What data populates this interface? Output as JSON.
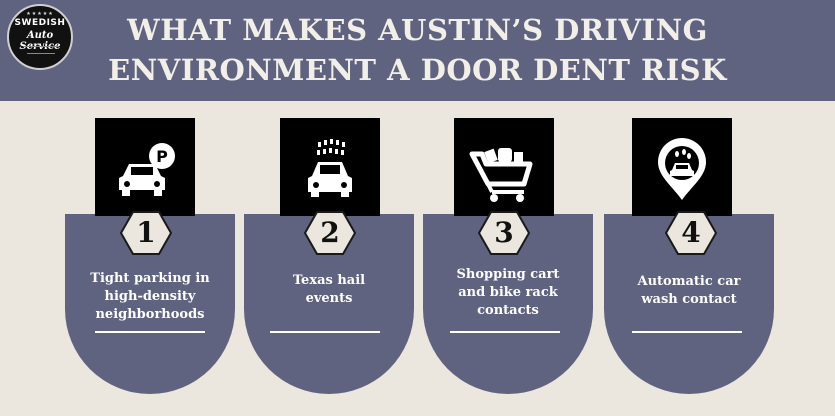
{
  "header": {
    "title_line1": "WHAT MAKES AUSTIN’S DRIVING",
    "title_line2": "ENVIRONMENT A DOOR DENT RISK"
  },
  "logo": {
    "line1": "SWEDISH",
    "line2": "Auto Service"
  },
  "colors": {
    "header_bg": "#5f6380",
    "card_bg": "#5f6380",
    "page_bg": "#ebe7df",
    "icon_bg": "#000000"
  },
  "items": [
    {
      "number": "1",
      "label_lines": [
        "Tight parking in",
        "high-density",
        "neighborhoods"
      ],
      "icon": "car-parking-icon"
    },
    {
      "number": "2",
      "label_lines": [
        "Texas hail",
        "events"
      ],
      "icon": "car-hail-icon"
    },
    {
      "number": "3",
      "label_lines": [
        "Shopping cart",
        "and bike rack",
        "contacts"
      ],
      "icon": "shopping-cart-icon"
    },
    {
      "number": "4",
      "label_lines": [
        "Automatic car",
        "wash contact"
      ],
      "icon": "car-wash-icon"
    }
  ]
}
